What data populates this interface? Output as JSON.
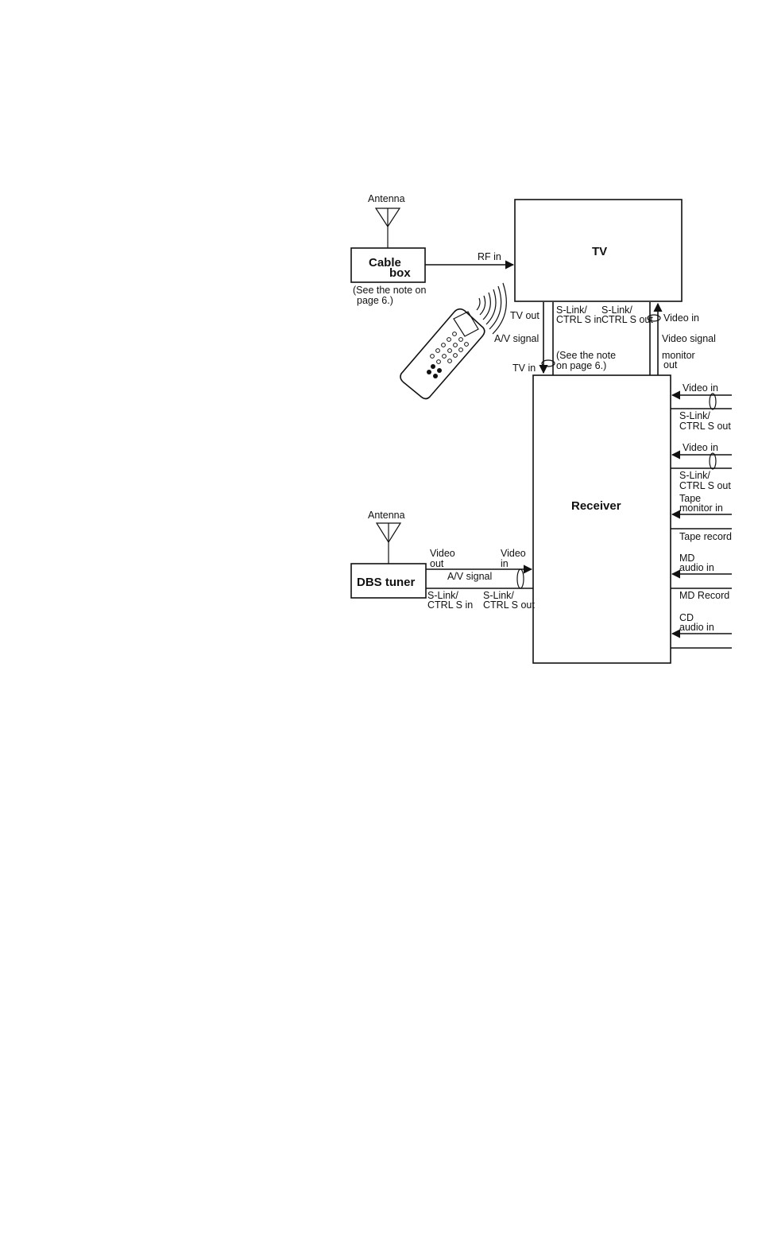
{
  "diagram": {
    "labels": {
      "antenna_top": "Antenna",
      "antenna_bottom": "Antenna",
      "cable_box_1": "Cable",
      "cable_box_2": "box",
      "cable_note_1": "(See the note on",
      "cable_note_2": "page 6.)",
      "rf_in": "RF in",
      "tv": "TV",
      "tv_out": "TV out",
      "av_signal_tv": "A/V signal",
      "tv_in": "TV in",
      "slink_in_1": "S-Link/",
      "slink_in_2": "CTRL S in",
      "slink_out_1": "S-Link/",
      "slink_out_2": "CTRL S out",
      "note_p6_1": "(See the note",
      "note_p6_2": "on page 6.)",
      "video_in_tv": "Video in",
      "vsm_1": "Video signal",
      "vsm_2": "monitor",
      "vsm_3": "out",
      "receiver": "Receiver",
      "r_video_in_1": "Video in",
      "r_slink_1a": "S-Link/",
      "r_slink_1b": "CTRL S out",
      "r_video_in_2": "Video in",
      "r_slink_2a": "S-Link/",
      "r_slink_2b": "CTRL S out",
      "tape_mon_1": "Tape",
      "tape_mon_2": "monitor in",
      "tape_record": "Tape record",
      "md_audio_1": "MD",
      "md_audio_2": "audio in",
      "md_record": "MD Record",
      "cd_audio_1": "CD",
      "cd_audio_2": "audio in",
      "dbs_tuner": "DBS tuner",
      "dbs_video_out_1": "Video",
      "dbs_video_out_2": "out",
      "dbs_video_in_1": "Video",
      "dbs_video_in_2": "in",
      "dbs_av_signal": "A/V signal",
      "dbs_slink_in_1": "S-Link/",
      "dbs_slink_in_2": "CTRL S in",
      "dbs_slink_out_1": "S-Link/",
      "dbs_slink_out_2": "CTRL S out"
    }
  }
}
